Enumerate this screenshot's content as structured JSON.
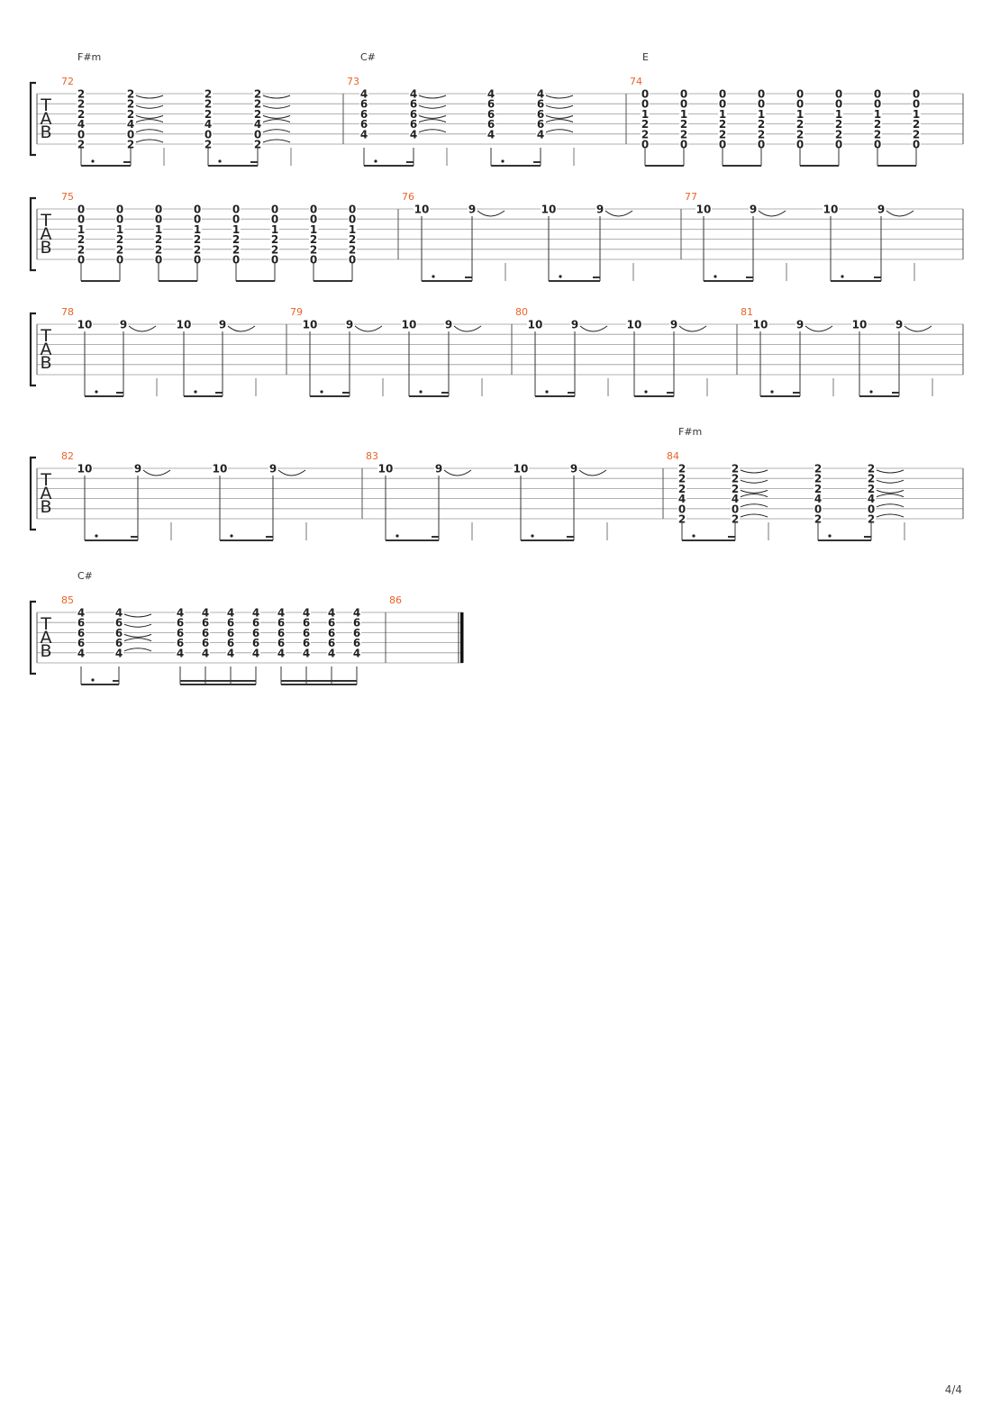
{
  "page": {
    "number": "4/4"
  },
  "systems": [
    {
      "tab_label": [
        "T",
        "A",
        "B"
      ],
      "chords": [
        {
          "name": "F#m",
          "measure": "72"
        },
        {
          "name": "C#",
          "measure": "73"
        },
        {
          "name": "E",
          "measure": "74"
        }
      ],
      "measures": [
        {
          "number": "72",
          "notes": [
            {
              "frets": [
                "2",
                "2",
                "2",
                "4",
                "0",
                "2"
              ]
            },
            {
              "frets": [
                "2",
                "2",
                "2",
                "4",
                "0",
                "2"
              ],
              "tie": "xcross"
            },
            {
              "frets": [
                "2",
                "2",
                "2",
                "4",
                "0",
                "2"
              ]
            },
            {
              "frets": [
                "2",
                "2",
                "2",
                "4",
                "0",
                "2"
              ],
              "tie": "xcross"
            }
          ]
        },
        {
          "number": "73",
          "notes": [
            {
              "frets": [
                "4",
                "6",
                "6",
                "6",
                "4",
                ""
              ]
            },
            {
              "frets": [
                "4",
                "6",
                "6",
                "6",
                "4",
                ""
              ],
              "tie": "xcross"
            },
            {
              "frets": [
                "4",
                "6",
                "6",
                "6",
                "4",
                ""
              ]
            },
            {
              "frets": [
                "4",
                "6",
                "6",
                "6",
                "4",
                ""
              ],
              "tie": "xcross"
            }
          ]
        },
        {
          "number": "74",
          "notes": [
            {
              "frets": [
                "0",
                "0",
                "1",
                "2",
                "2",
                "0"
              ]
            },
            {
              "frets": [
                "0",
                "0",
                "1",
                "2",
                "2",
                "0"
              ]
            },
            {
              "frets": [
                "0",
                "0",
                "1",
                "2",
                "2",
                "0"
              ]
            },
            {
              "frets": [
                "0",
                "0",
                "1",
                "2",
                "2",
                "0"
              ]
            },
            {
              "frets": [
                "0",
                "0",
                "1",
                "2",
                "2",
                "0"
              ]
            },
            {
              "frets": [
                "0",
                "0",
                "1",
                "2",
                "2",
                "0"
              ]
            },
            {
              "frets": [
                "0",
                "0",
                "1",
                "2",
                "2",
                "0"
              ]
            },
            {
              "frets": [
                "0",
                "0",
                "1",
                "2",
                "2",
                "0"
              ]
            }
          ]
        }
      ]
    },
    {
      "tab_label": [
        "T",
        "A",
        "B"
      ],
      "chords": [],
      "measures": [
        {
          "number": "75",
          "notes": [
            {
              "frets": [
                "0",
                "0",
                "1",
                "2",
                "2",
                "0"
              ]
            },
            {
              "frets": [
                "0",
                "0",
                "1",
                "2",
                "2",
                "0"
              ]
            },
            {
              "frets": [
                "0",
                "0",
                "1",
                "2",
                "2",
                "0"
              ]
            },
            {
              "frets": [
                "0",
                "0",
                "1",
                "2",
                "2",
                "0"
              ]
            },
            {
              "frets": [
                "0",
                "0",
                "1",
                "2",
                "2",
                "0"
              ]
            },
            {
              "frets": [
                "0",
                "0",
                "1",
                "2",
                "2",
                "0"
              ]
            },
            {
              "frets": [
                "0",
                "0",
                "1",
                "2",
                "2",
                "0"
              ]
            },
            {
              "frets": [
                "0",
                "0",
                "1",
                "2",
                "2",
                "0"
              ]
            }
          ]
        },
        {
          "number": "76",
          "notes": [
            {
              "frets": [
                "10",
                "",
                "",
                "",
                "",
                ""
              ]
            },
            {
              "frets": [
                "9",
                "",
                "",
                "",
                "",
                ""
              ],
              "tie": "top"
            },
            {
              "frets": [
                "10",
                "",
                "",
                "",
                "",
                ""
              ]
            },
            {
              "frets": [
                "9",
                "",
                "",
                "",
                "",
                ""
              ],
              "tie": "top"
            }
          ]
        },
        {
          "number": "77",
          "notes": [
            {
              "frets": [
                "10",
                "",
                "",
                "",
                "",
                ""
              ]
            },
            {
              "frets": [
                "9",
                "",
                "",
                "",
                "",
                ""
              ],
              "tie": "top"
            },
            {
              "frets": [
                "10",
                "",
                "",
                "",
                "",
                ""
              ]
            },
            {
              "frets": [
                "9",
                "",
                "",
                "",
                "",
                ""
              ],
              "tie": "top"
            }
          ]
        }
      ]
    },
    {
      "tab_label": [
        "T",
        "A",
        "B"
      ],
      "chords": [],
      "measures": [
        {
          "number": "78",
          "notes": [
            {
              "frets": [
                "10",
                "",
                "",
                "",
                "",
                ""
              ]
            },
            {
              "frets": [
                "9",
                "",
                "",
                "",
                "",
                ""
              ],
              "tie": "top"
            },
            {
              "frets": [
                "10",
                "",
                "",
                "",
                "",
                ""
              ]
            },
            {
              "frets": [
                "9",
                "",
                "",
                "",
                "",
                ""
              ],
              "tie": "top"
            }
          ]
        },
        {
          "number": "79",
          "notes": [
            {
              "frets": [
                "10",
                "",
                "",
                "",
                "",
                ""
              ]
            },
            {
              "frets": [
                "9",
                "",
                "",
                "",
                "",
                ""
              ],
              "tie": "top"
            },
            {
              "frets": [
                "10",
                "",
                "",
                "",
                "",
                ""
              ]
            },
            {
              "frets": [
                "9",
                "",
                "",
                "",
                "",
                ""
              ],
              "tie": "top"
            }
          ]
        },
        {
          "number": "80",
          "notes": [
            {
              "frets": [
                "10",
                "",
                "",
                "",
                "",
                ""
              ]
            },
            {
              "frets": [
                "9",
                "",
                "",
                "",
                "",
                ""
              ],
              "tie": "top"
            },
            {
              "frets": [
                "10",
                "",
                "",
                "",
                "",
                ""
              ]
            },
            {
              "frets": [
                "9",
                "",
                "",
                "",
                "",
                ""
              ],
              "tie": "top"
            }
          ]
        },
        {
          "number": "81",
          "notes": [
            {
              "frets": [
                "10",
                "",
                "",
                "",
                "",
                ""
              ]
            },
            {
              "frets": [
                "9",
                "",
                "",
                "",
                "",
                ""
              ],
              "tie": "top"
            },
            {
              "frets": [
                "10",
                "",
                "",
                "",
                "",
                ""
              ]
            },
            {
              "frets": [
                "9",
                "",
                "",
                "",
                "",
                ""
              ],
              "tie": "top"
            }
          ]
        }
      ]
    },
    {
      "tab_label": [
        "T",
        "A",
        "B"
      ],
      "chords": [
        {
          "name": "F#m",
          "measure": "84"
        }
      ],
      "measures": [
        {
          "number": "82",
          "notes": [
            {
              "frets": [
                "10",
                "",
                "",
                "",
                "",
                ""
              ]
            },
            {
              "frets": [
                "9",
                "",
                "",
                "",
                "",
                ""
              ],
              "tie": "top"
            },
            {
              "frets": [
                "10",
                "",
                "",
                "",
                "",
                ""
              ]
            },
            {
              "frets": [
                "9",
                "",
                "",
                "",
                "",
                ""
              ],
              "tie": "top"
            }
          ]
        },
        {
          "number": "83",
          "notes": [
            {
              "frets": [
                "10",
                "",
                "",
                "",
                "",
                ""
              ]
            },
            {
              "frets": [
                "9",
                "",
                "",
                "",
                "",
                ""
              ],
              "tie": "top"
            },
            {
              "frets": [
                "10",
                "",
                "",
                "",
                "",
                ""
              ]
            },
            {
              "frets": [
                "9",
                "",
                "",
                "",
                "",
                ""
              ],
              "tie": "top"
            }
          ]
        },
        {
          "number": "84",
          "notes": [
            {
              "frets": [
                "2",
                "2",
                "2",
                "4",
                "0",
                "2"
              ]
            },
            {
              "frets": [
                "2",
                "2",
                "2",
                "4",
                "0",
                "2"
              ],
              "tie": "xcross"
            },
            {
              "frets": [
                "2",
                "2",
                "2",
                "4",
                "0",
                "2"
              ]
            },
            {
              "frets": [
                "2",
                "2",
                "2",
                "4",
                "0",
                "2"
              ],
              "tie": "xcross"
            }
          ]
        }
      ]
    },
    {
      "tab_label": [
        "T",
        "A",
        "B"
      ],
      "chords": [
        {
          "name": "C#",
          "measure": "85"
        }
      ],
      "measures": [
        {
          "number": "85",
          "notes": [
            {
              "frets": [
                "4",
                "6",
                "6",
                "6",
                "4",
                ""
              ]
            },
            {
              "frets": [
                "4",
                "6",
                "6",
                "6",
                "4",
                ""
              ],
              "tie": "xcross"
            },
            {
              "frets": [
                "4",
                "6",
                "6",
                "6",
                "4",
                ""
              ]
            },
            {
              "frets": [
                "4",
                "6",
                "6",
                "6",
                "4",
                ""
              ]
            },
            {
              "frets": [
                "4",
                "6",
                "6",
                "6",
                "4",
                ""
              ]
            },
            {
              "frets": [
                "4",
                "6",
                "6",
                "6",
                "4",
                ""
              ]
            },
            {
              "frets": [
                "4",
                "6",
                "6",
                "6",
                "4",
                ""
              ]
            },
            {
              "frets": [
                "4",
                "6",
                "6",
                "6",
                "4",
                ""
              ]
            },
            {
              "frets": [
                "4",
                "6",
                "6",
                "6",
                "4",
                ""
              ]
            },
            {
              "frets": [
                "4",
                "6",
                "6",
                "6",
                "4",
                ""
              ]
            }
          ]
        },
        {
          "number": "86",
          "notes": []
        }
      ]
    }
  ]
}
